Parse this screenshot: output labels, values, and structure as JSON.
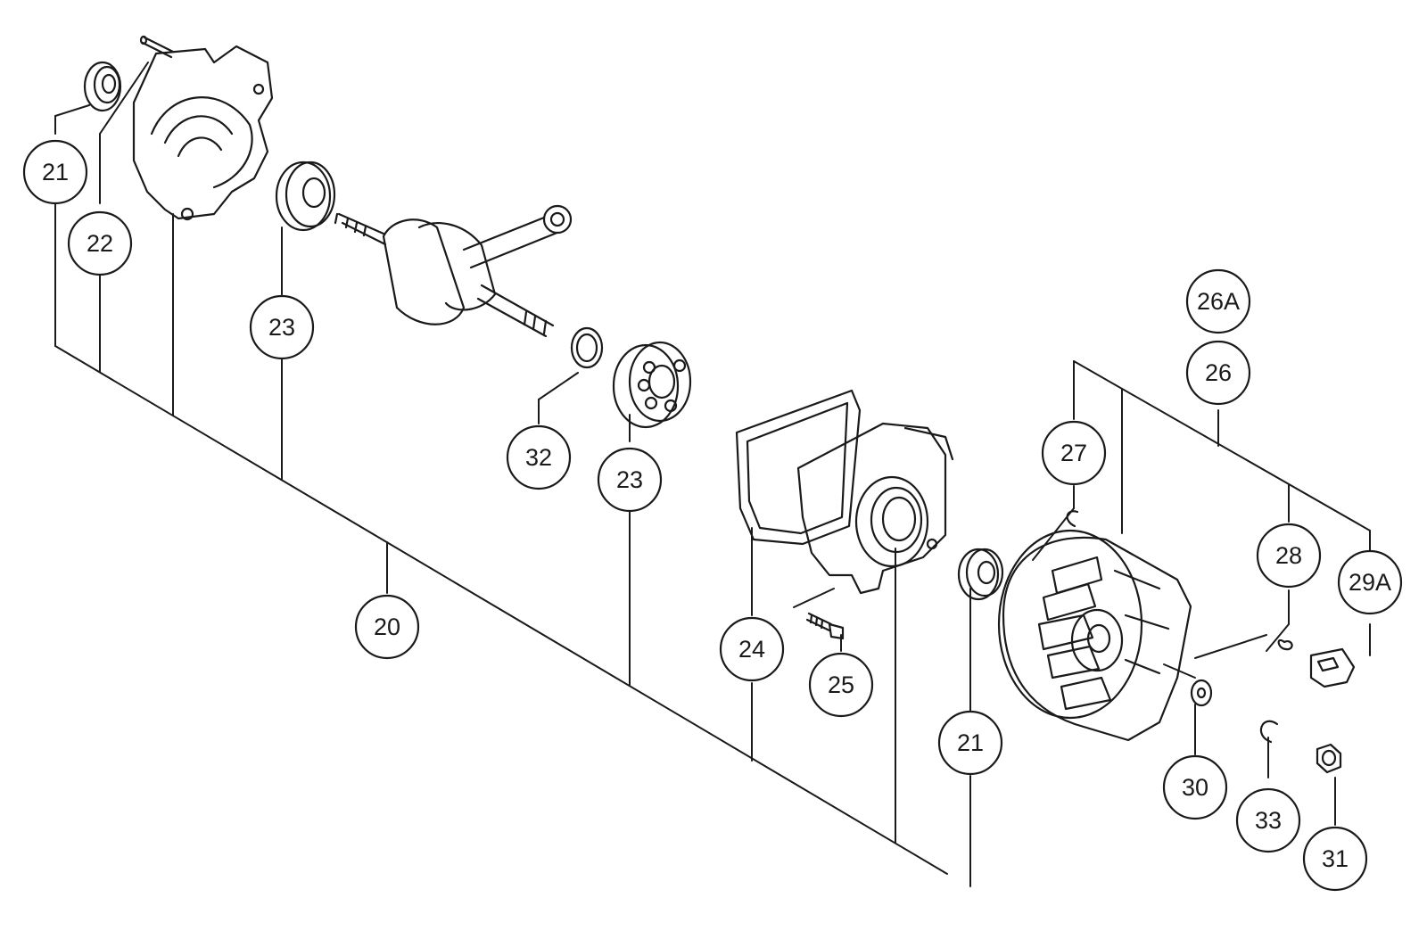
{
  "diagram": {
    "callouts": [
      {
        "id": "c21a",
        "label": "21"
      },
      {
        "id": "c22",
        "label": "22"
      },
      {
        "id": "c23a",
        "label": "23"
      },
      {
        "id": "c20",
        "label": "20"
      },
      {
        "id": "c32",
        "label": "32"
      },
      {
        "id": "c23b",
        "label": "23"
      },
      {
        "id": "c24",
        "label": "24"
      },
      {
        "id": "c25",
        "label": "25"
      },
      {
        "id": "c21b",
        "label": "21"
      },
      {
        "id": "c27",
        "label": "27"
      },
      {
        "id": "c26a",
        "label": "26A"
      },
      {
        "id": "c26",
        "label": "26"
      },
      {
        "id": "c28",
        "label": "28"
      },
      {
        "id": "c29a",
        "label": "29A"
      },
      {
        "id": "c30",
        "label": "30"
      },
      {
        "id": "c33",
        "label": "33"
      },
      {
        "id": "c31",
        "label": "31"
      }
    ],
    "colors": {
      "ink": "#1a1a1a",
      "background": "#ffffff"
    }
  }
}
